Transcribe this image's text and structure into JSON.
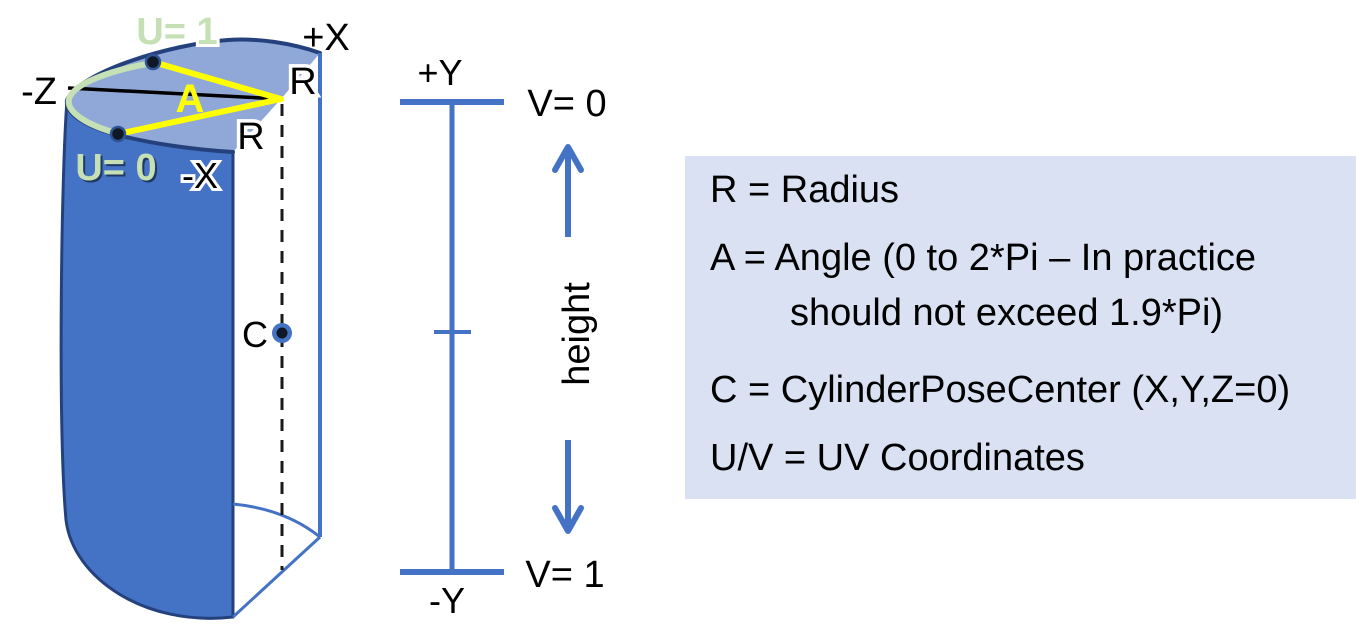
{
  "cylinder": {
    "side_color": "#4472c4",
    "top_color": "#90a8d8",
    "outline_color": "#24417e",
    "uv_green": "#c5e0b4",
    "angle_yellow": "#ffff00",
    "labels": {
      "u1": "U= 1",
      "u0": "U= 0",
      "plus_x": "+X",
      "minus_x": "-X",
      "minus_z": "-Z",
      "radius_upper": "R",
      "radius_lower": "R",
      "angle": "A",
      "center": "C"
    }
  },
  "axis": {
    "color": "#4472c4",
    "labels": {
      "plus_y": "+Y",
      "minus_y": "-Y",
      "v_top": "V= 0",
      "v_bottom": "V= 1",
      "height": "height"
    }
  },
  "legend": {
    "background": "#dae1f2",
    "lines": {
      "radius": "R = Radius",
      "angle_1": "A = Angle (0 to 2*Pi – In practice",
      "angle_2": "should not exceed 1.9*Pi)",
      "center": "C = CylinderPoseCenter (X,Y,Z=0)",
      "uv": "U/V = UV Coordinates"
    }
  }
}
